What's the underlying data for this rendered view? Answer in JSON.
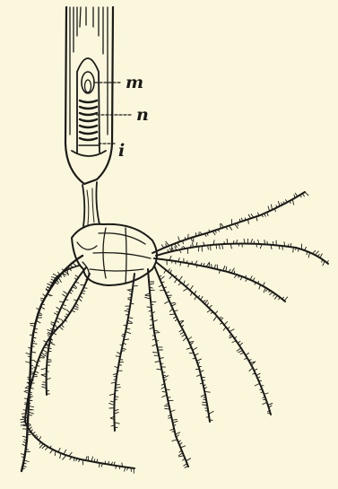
{
  "figure": {
    "labels": [
      {
        "id": "m",
        "text": "m"
      },
      {
        "id": "n",
        "text": "n"
      },
      {
        "id": "i",
        "text": "i"
      }
    ]
  },
  "colors": {
    "paper": "#fbf7dc",
    "ink": "#1a1a1a"
  }
}
